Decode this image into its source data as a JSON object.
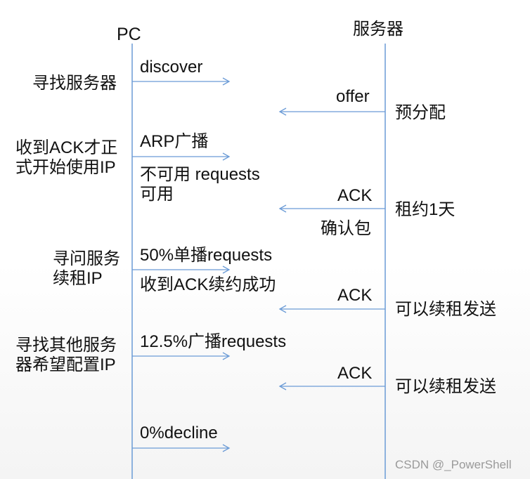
{
  "lifelines": {
    "pc_label": "PC",
    "server_label": "服务器"
  },
  "left_notes": {
    "n1": "寻找服务器",
    "n2": "收到ACK才正\n式开始使用IP",
    "n3": "寻问服务\n续租IP",
    "n4": "寻找其他服务\n器希望配置IP"
  },
  "messages": [
    {
      "label": "discover",
      "direction": "to-server"
    },
    {
      "label": "offer",
      "direction": "to-pc"
    },
    {
      "label": "ARP广播",
      "direction": "to-server"
    },
    {
      "label": "ACK",
      "direction": "to-pc"
    },
    {
      "label": "50%单播requests",
      "direction": "to-server"
    },
    {
      "label": "ACK",
      "direction": "to-pc"
    },
    {
      "label": "12.5%广播requests",
      "direction": "to-server"
    },
    {
      "label": "ACK",
      "direction": "to-pc"
    },
    {
      "label": "0%decline",
      "direction": "to-server"
    }
  ],
  "middle_notes": {
    "arp_result": "不可用  requests\n可用",
    "confirm_packet": "确认包",
    "renew_success": "收到ACK续约成功"
  },
  "right_notes": {
    "r1": "预分配",
    "r2": "租约1天",
    "r3": "可以续租发送",
    "r4": "可以续租发送"
  },
  "watermark": "CSDN @_PowerShell",
  "colors": {
    "lifeline": "#6b9bd6",
    "arrow": "#6b9bd6",
    "text": "#111111"
  }
}
